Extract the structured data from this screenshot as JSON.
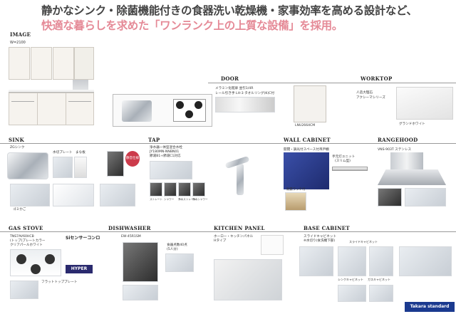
{
  "headline": {
    "line1": "静かなシンク・除菌機能付きの食器洗い乾燥機・家事効率を高める設計など、",
    "line2": "快適な暮らしを求めた「ワンランク上の上質な設備」を採用。"
  },
  "image_section": {
    "title": "IMAGE",
    "width_label": "W=2100"
  },
  "door": {
    "title": "DOOR",
    "spec": [
      "メラミン化粧扉 並引1/4R",
      "レール引き手 LH-3 タオルリング(K)C付"
    ],
    "swatch_code": "LNU2664CM"
  },
  "worktop": {
    "title": "WORKTOP",
    "spec": [
      "人造大理石",
      "アクシーマシリーズ"
    ],
    "color": "グランドホワイト"
  },
  "sink": {
    "title": "SINK",
    "model": "ZGシンク",
    "labels": [
      "水切プレート",
      "まな板",
      "静音仕様"
    ],
    "accessory": "ゴミかご"
  },
  "tap": {
    "title": "TAP",
    "spec": [
      "浄水器一体型混合水栓",
      "JY180MN-NNBN01",
      "節湯B1+節湯C1対応"
    ],
    "modes": [
      "ストレート",
      "シャワー",
      "浄水ストレート",
      "浄水シャワー"
    ]
  },
  "wall_cabinet": {
    "title": "WALL CABINET",
    "spec": "開閉・調光付スペース付吊戸棚",
    "light": "手元灯ユニット",
    "light_sub": "(スリム型)",
    "caption": "耐震ラッチ付"
  },
  "rangehood": {
    "title": "RANGEHOOD",
    "spec": "VNS-903T ステンレス"
  },
  "gas_stove": {
    "title": "GAS STOVE",
    "model": "TNS7AV60HCB",
    "top": "(トップ)プレートカラー",
    "color": "クリアパールホワイト",
    "sensor": "Siセンサーコンロ",
    "series": "HYPER",
    "plate": "フラットトッププレート"
  },
  "dishwasher": {
    "title": "DISHWASHER",
    "model": "EW-45R1SM",
    "capacity": "食器点数40点",
    "capacity_sub": "(5人分)"
  },
  "kitchen_panel": {
    "title": "KITCHEN PANEL",
    "spec": [
      "ホーロー・キッチンパネル",
      "Hタイプ"
    ]
  },
  "base_cabinet": {
    "title": "BASE CABINET",
    "spec": [
      "スライドキャビネット",
      "※水切り(食洗機下部)"
    ],
    "captions": [
      "シンクキャビネット",
      "ガスキャビネット",
      "スライドキャビネット"
    ]
  },
  "brand": {
    "name": "Takara standard"
  }
}
